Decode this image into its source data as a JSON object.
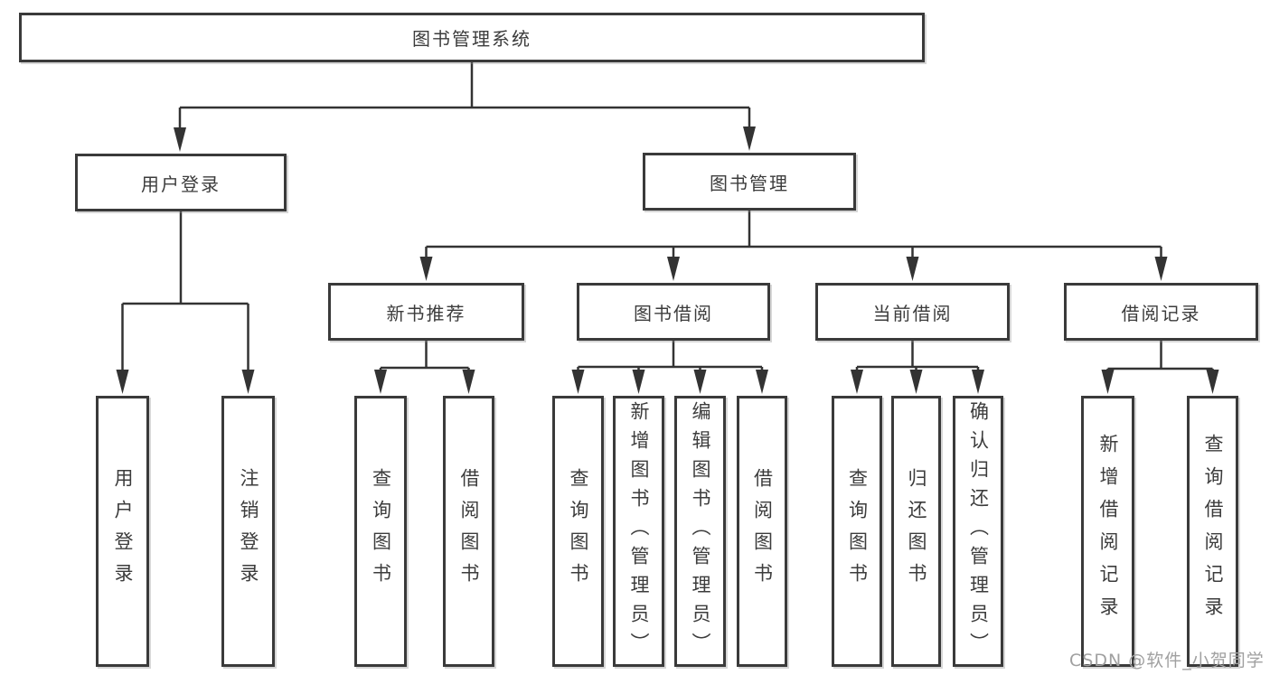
{
  "nodes": {
    "root": "图书管理系统",
    "level2": {
      "user_login_group": "用户登录",
      "book_management": "图书管理"
    },
    "level3": {
      "new_book_recommend": "新书推荐",
      "book_borrow": "图书借阅",
      "current_borrow": "当前借阅",
      "borrow_records": "借阅记录"
    },
    "leaves": {
      "user_login": "用户登录",
      "logout": "注销登录",
      "recommend_query_book": "查询图书",
      "recommend_borrow_book": "借阅图书",
      "borrow_query_book": "查询图书",
      "borrow_add_book": "新增图书（管理员）",
      "borrow_edit_book": "编辑图书（管理员）",
      "borrow_borrow_book": "借阅图书",
      "current_query_book": "查询图书",
      "current_return_book": "归还图书",
      "current_confirm_return": "确认归还（管理员）",
      "records_add_record": "新增借阅记录",
      "records_query_record": "查询借阅记录"
    }
  },
  "watermark": "CSDN @软件_小贺同学",
  "colors": {
    "background": "#ffffff",
    "box_border": "#3a3a3a",
    "connector_line": "#333333",
    "text": "#3c3c3c",
    "watermark_text": "#a0a0a0"
  }
}
